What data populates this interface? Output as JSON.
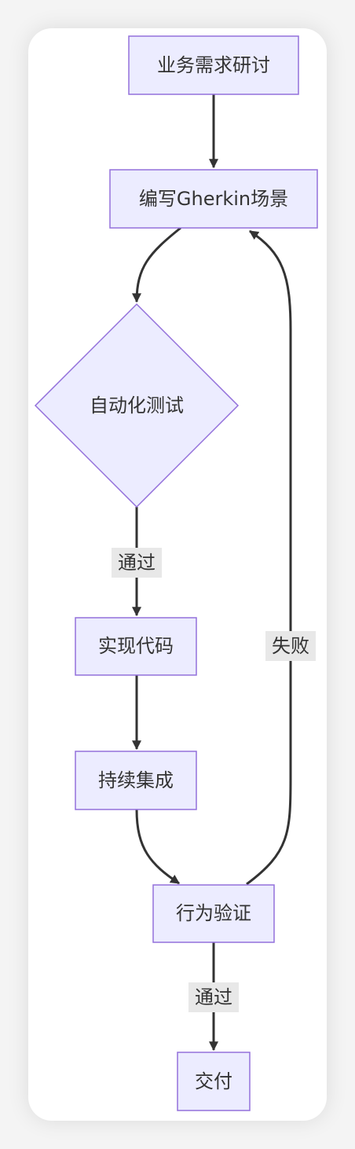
{
  "diagram": {
    "nodes": [
      {
        "id": "A",
        "label": "业务需求研讨"
      },
      {
        "id": "B",
        "label": "编写Gherkin场景"
      },
      {
        "id": "C",
        "label": "自动化测试"
      },
      {
        "id": "D",
        "label": "实现代码"
      },
      {
        "id": "E",
        "label": "持续集成"
      },
      {
        "id": "F",
        "label": "行为验证"
      },
      {
        "id": "G",
        "label": "交付"
      }
    ],
    "edge_labels": {
      "c_to_d": "通过",
      "f_to_g": "通过",
      "f_to_b": "失败"
    }
  }
}
